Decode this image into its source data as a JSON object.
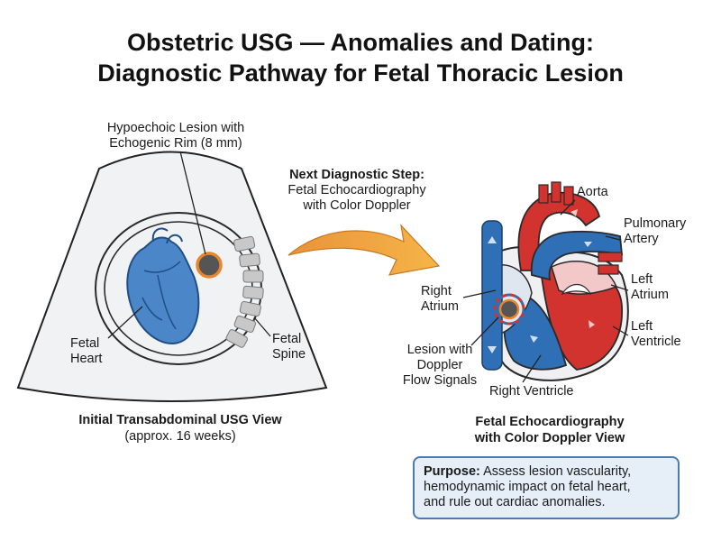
{
  "title": {
    "line1": "Obstetric USG — Anomalies and Dating:",
    "line2": "Diagnostic Pathway for Fetal Thoracic Lesion"
  },
  "left_panel": {
    "lesion_label_1": "Hypoechoic Lesion with",
    "lesion_label_2": "Echogenic Rim (8 mm)",
    "heart_label_1": "Fetal",
    "heart_label_2": "Heart",
    "spine_label_1": "Fetal",
    "spine_label_2": "Spine",
    "caption_bold": "Initial Transabdominal USG View",
    "caption_sub": "(approx. 16 weeks)"
  },
  "arrow": {
    "step_bold": "Next Diagnostic Step:",
    "step_line2": "Fetal Echocardiography",
    "step_line3": "with Color Doppler"
  },
  "right_panel": {
    "aorta": "Aorta",
    "pulmonary_1": "Pulmonary",
    "pulmonary_2": "Artery",
    "left_atrium_1": "Left",
    "left_atrium_2": "Atrium",
    "left_ventricle_1": "Left",
    "left_ventricle_2": "Ventricle",
    "right_atrium_1": "Right",
    "right_atrium_2": "Atrium",
    "lesion_1": "Lesion with",
    "lesion_2": "Doppler",
    "lesion_3": "Flow Signals",
    "right_ventricle": "Right Ventricle",
    "caption_line1": "Fetal Echocardiography",
    "caption_line2": "with Color Doppler View"
  },
  "purpose": {
    "label": "Purpose:",
    "text_1": " Assess lesion vascularity,",
    "text_2": "hemodynamic impact on fetal heart,",
    "text_3": "and rule out cardiac anomalies."
  },
  "colors": {
    "heart_blue": "#4a86c8",
    "blood_red": "#d2332e",
    "vessel_blue": "#2f6fb5",
    "arrow_orange": "#f0a53a",
    "lesion_rim": "#e8862b",
    "purpose_border": "#4b7bb0",
    "purpose_fill": "#e6eef8"
  }
}
